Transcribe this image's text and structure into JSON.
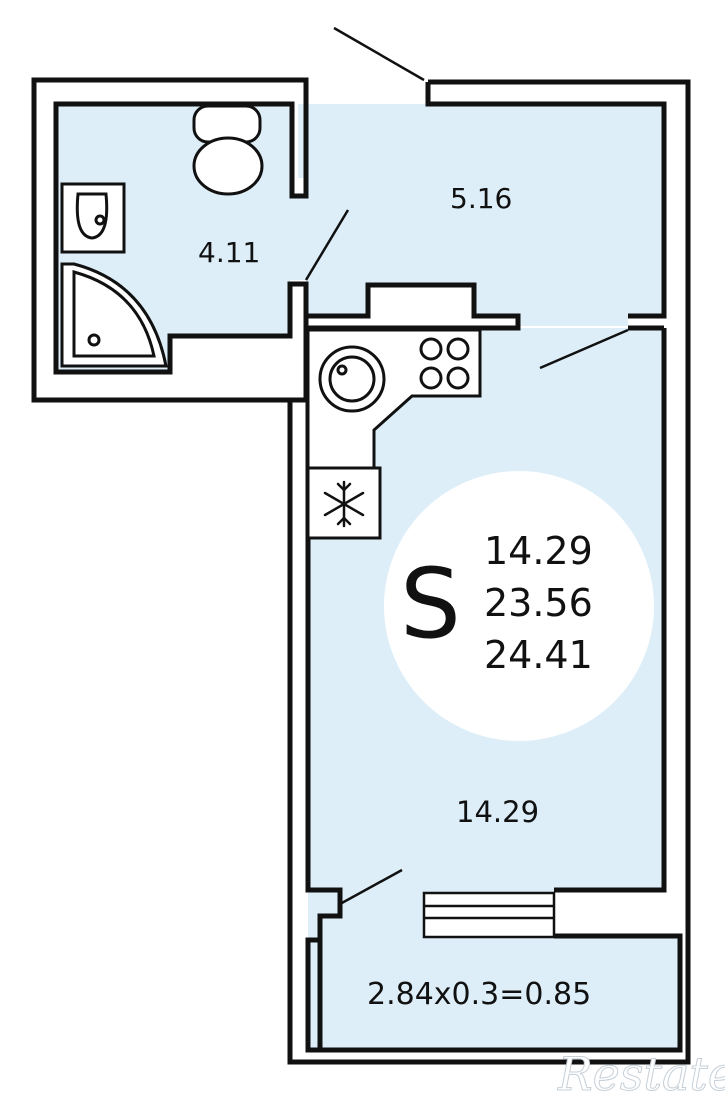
{
  "rooms": {
    "bathroom": "4.11",
    "hall": "5.16",
    "living": "14.29",
    "balcony": "2.84x0.3=0.85"
  },
  "summary": {
    "symbol": "S",
    "living_area": "14.29",
    "total_area": "23.56",
    "total_with_balcony": "24.41"
  },
  "watermark": "Restate",
  "colors": {
    "floor": "#ddeef8",
    "wall": "#111111",
    "badge": "#ffffff"
  }
}
